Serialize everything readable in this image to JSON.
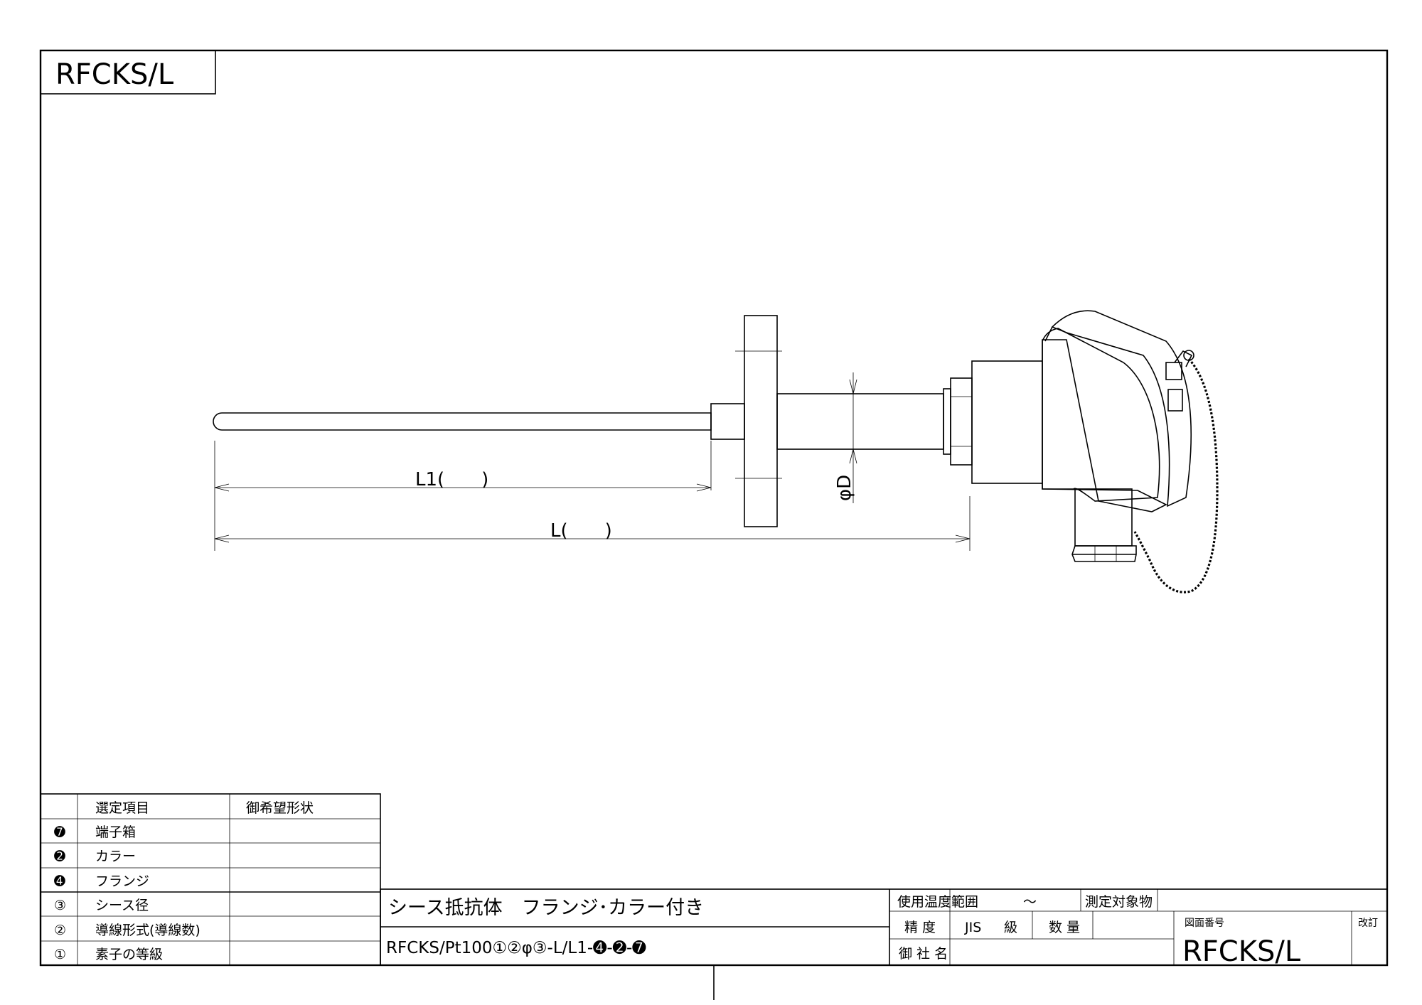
{
  "drawing": {
    "corner_label": "RFCKS/L",
    "dimensions": {
      "l1": "L1(　　)",
      "l": "L(　　)",
      "phi_d": "φD"
    }
  },
  "selection_table": {
    "headers": [
      "",
      "選定項目",
      "御希望形状"
    ],
    "rows": [
      {
        "mark": "➐",
        "item": "端子箱",
        "value": ""
      },
      {
        "mark": "➋",
        "item": "カラー",
        "value": ""
      },
      {
        "mark": "➍",
        "item": "フランジ",
        "value": ""
      },
      {
        "mark": "③",
        "item": "シース径",
        "value": ""
      },
      {
        "mark": "②",
        "item": "導線形式(導線数)",
        "value": ""
      },
      {
        "mark": "①",
        "item": "素子の等級",
        "value": ""
      }
    ]
  },
  "title_block": {
    "product_name": "シース抵抗体　フランジ･カラー付き",
    "model_code": "RFCKS/Pt100①②φ③-L/L1-➍-➋-➐",
    "temp_range_label": "使用温度範囲",
    "temp_range_sep": "～",
    "measured_object_label": "測定対象物",
    "accuracy_label": "精 度",
    "accuracy_std": "JIS",
    "grade_label": "級",
    "quantity_label": "数 量",
    "customer_label": "御 社 名",
    "drawing_number_label": "図面番号",
    "drawing_number": "RFCKS/L",
    "revision_label": "改訂"
  }
}
